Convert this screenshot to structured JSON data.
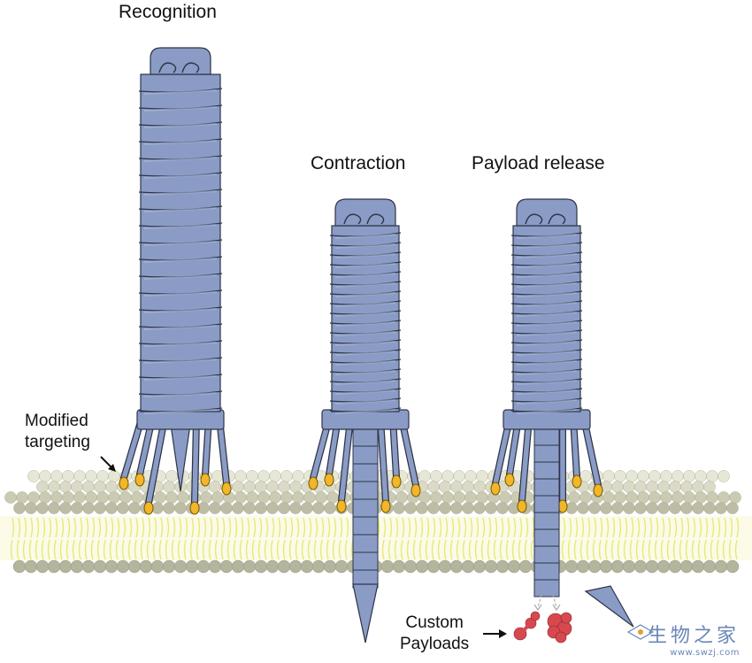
{
  "labels": {
    "stage1": "Recognition",
    "stage2": "Contraction",
    "stage3": "Payload release",
    "targeting_line1": "Modified",
    "targeting_line2": "targeting",
    "payload_line1": "Custom",
    "payload_line2": "Payloads"
  },
  "watermark": {
    "text": "生物之家",
    "url": "www.swzj.com"
  },
  "colors": {
    "protein": "#8a9cc6",
    "protein_stroke": "#2e3447",
    "tip": "#f2b62a",
    "lipid_head_top": "#cfcfb6",
    "lipid_head_bottom": "#b5b59d",
    "lipid_tail": "#e8e87a",
    "payload": "#d5494f"
  }
}
